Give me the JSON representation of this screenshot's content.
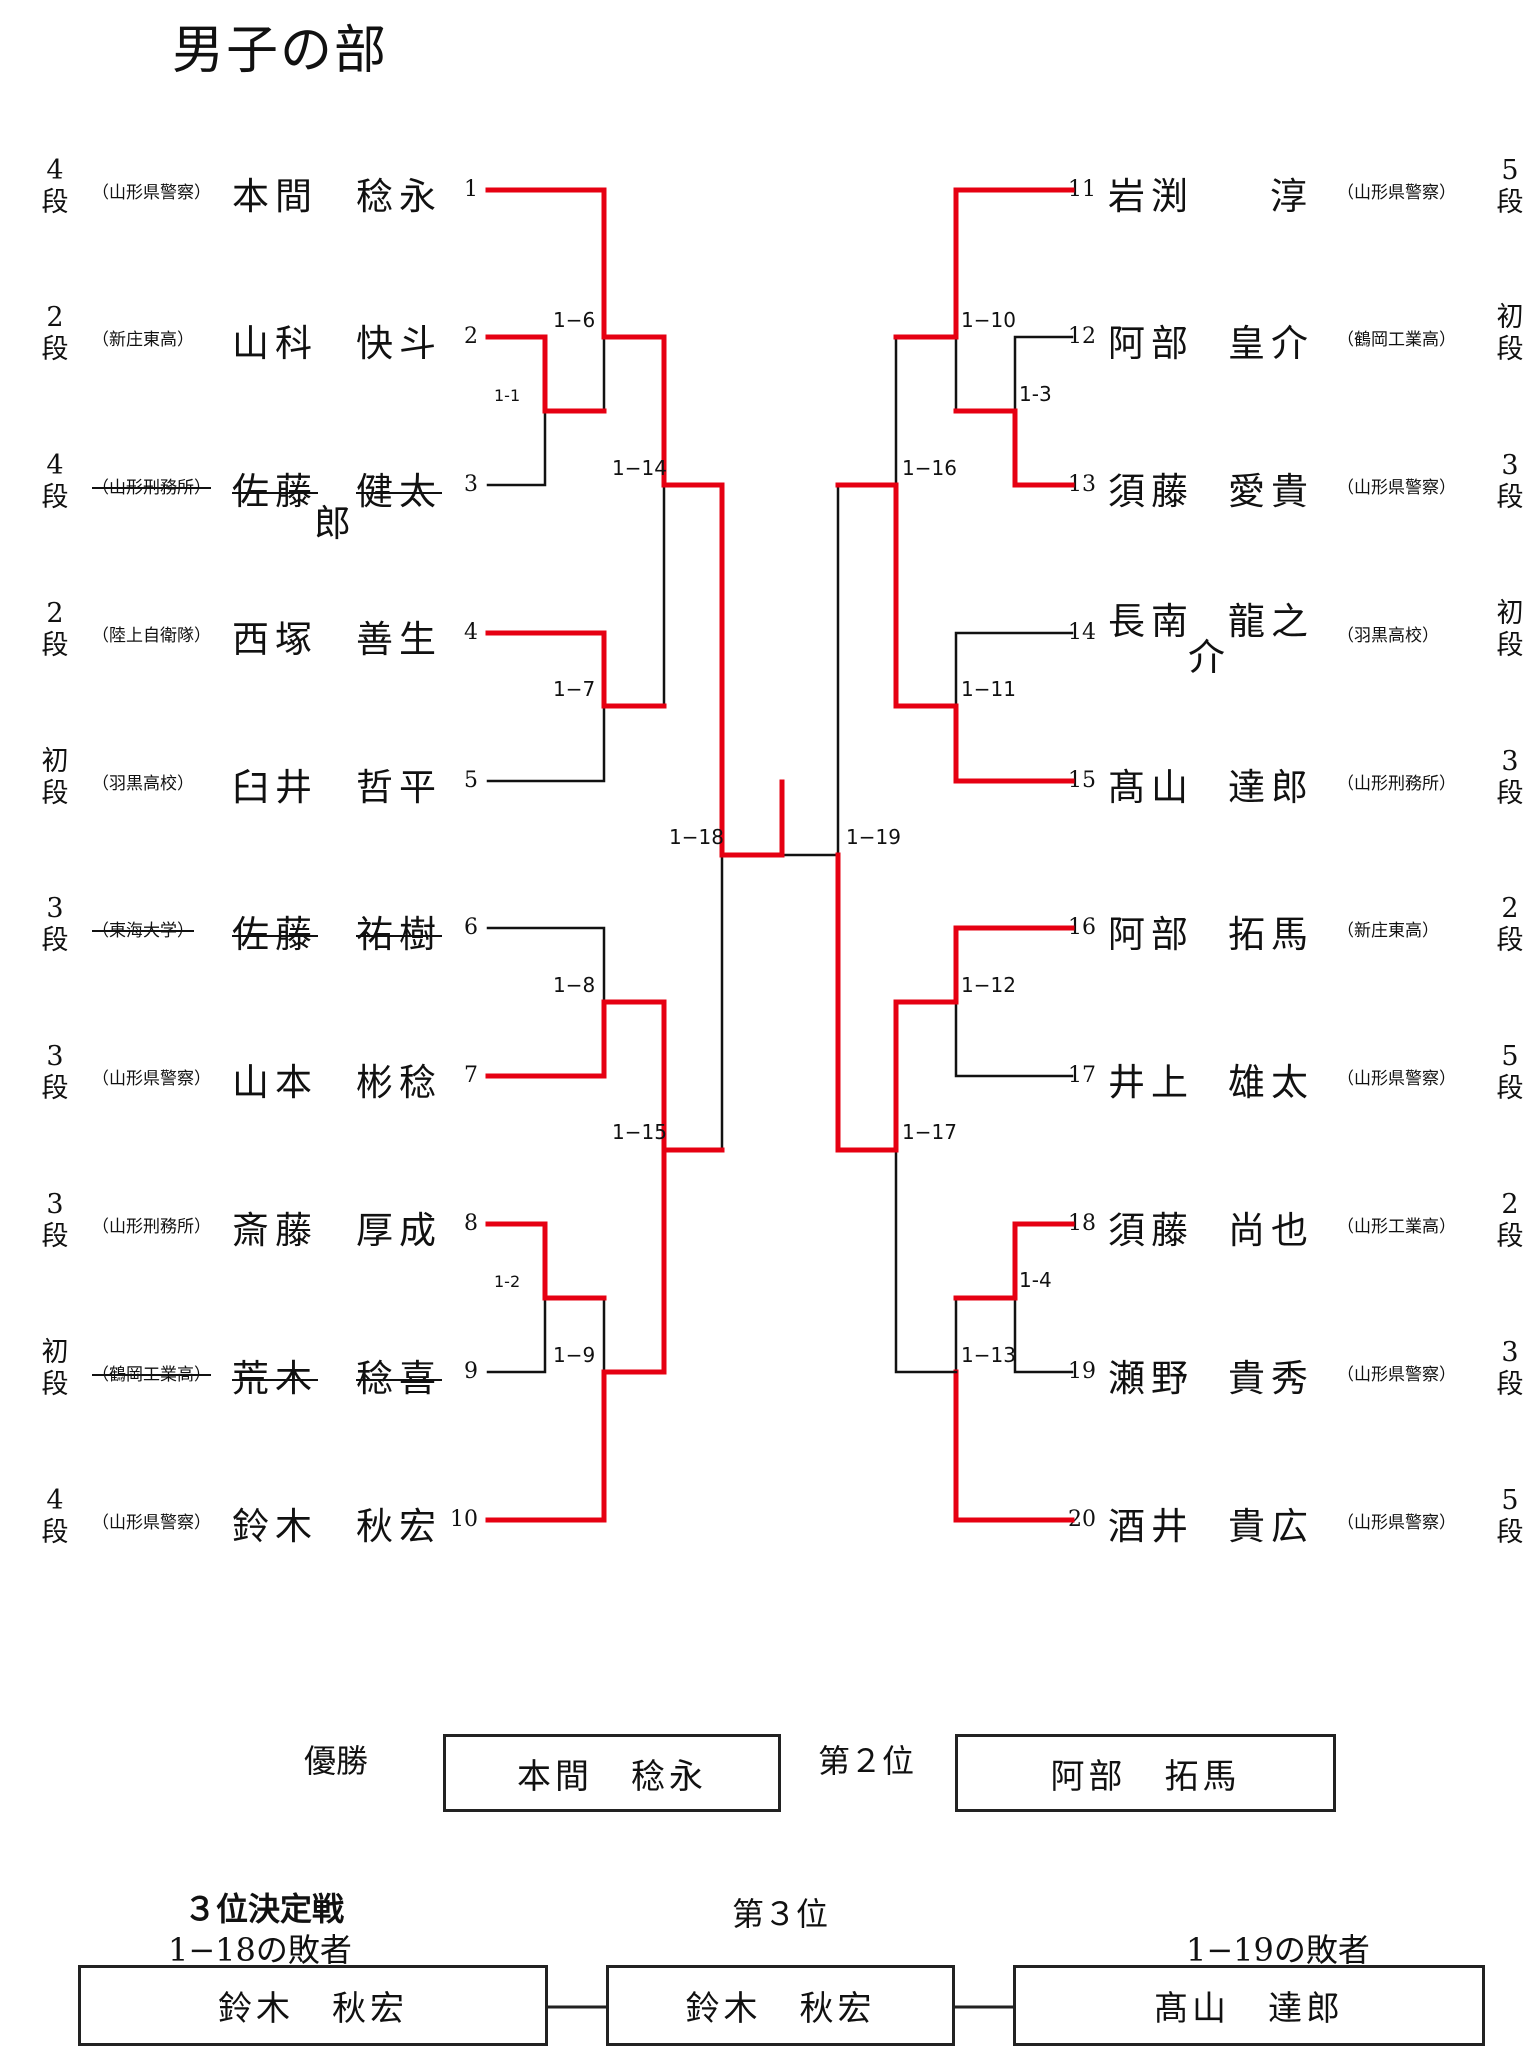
{
  "title": "男子の部",
  "left_players": [
    {
      "dan": [
        "4",
        "段"
      ],
      "affiliation": "（山形県警察）",
      "sei": "本間",
      "mei": "稔永",
      "extra": "",
      "num": "1",
      "struck": false
    },
    {
      "dan": [
        "2",
        "段"
      ],
      "affiliation": "（新庄東高）",
      "sei": "山科",
      "mei": "快斗",
      "extra": "",
      "num": "2",
      "struck": false
    },
    {
      "dan": [
        "4",
        "段"
      ],
      "affiliation": "（山形刑務所）",
      "sei": "佐藤",
      "mei": "健太",
      "extra": "郎",
      "num": "3",
      "struck": true
    },
    {
      "dan": [
        "2",
        "段"
      ],
      "affiliation": "（陸上自衛隊）",
      "sei": "西塚",
      "mei": "善生",
      "extra": "",
      "num": "4",
      "struck": false
    },
    {
      "dan": [
        "初",
        "段"
      ],
      "affiliation": "（羽黒高校）",
      "sei": "臼井",
      "mei": "哲平",
      "extra": "",
      "num": "5",
      "struck": false
    },
    {
      "dan": [
        "3",
        "段"
      ],
      "affiliation": "（東海大学）",
      "sei": "佐藤",
      "mei": "祐樹",
      "extra": "",
      "num": "6",
      "struck": true
    },
    {
      "dan": [
        "3",
        "段"
      ],
      "affiliation": "（山形県警察）",
      "sei": "山本",
      "mei": "彬稔",
      "extra": "",
      "num": "7",
      "struck": false
    },
    {
      "dan": [
        "3",
        "段"
      ],
      "affiliation": "（山形刑務所）",
      "sei": "斎藤",
      "mei": "厚成",
      "extra": "",
      "num": "8",
      "struck": false
    },
    {
      "dan": [
        "初",
        "段"
      ],
      "affiliation": "（鶴岡工業高）",
      "sei": "荒木",
      "mei": "稔喜",
      "extra": "",
      "num": "9",
      "struck": true
    },
    {
      "dan": [
        "4",
        "段"
      ],
      "affiliation": "（山形県警察）",
      "sei": "鈴木",
      "mei": "秋宏",
      "extra": "",
      "num": "10",
      "struck": false
    }
  ],
  "right_players": [
    {
      "num": "11",
      "sei": "岩渕",
      "mei": "淳",
      "extra": "",
      "affiliation": "（山形県警察）",
      "dan": [
        "5",
        "段"
      ]
    },
    {
      "num": "12",
      "sei": "阿部",
      "mei": "皇介",
      "extra": "",
      "affiliation": "（鶴岡工業高）",
      "dan": [
        "初",
        "段"
      ]
    },
    {
      "num": "13",
      "sei": "須藤",
      "mei": "愛貴",
      "extra": "",
      "affiliation": "（山形県警察）",
      "dan": [
        "3",
        "段"
      ]
    },
    {
      "num": "14",
      "sei": "長南",
      "mei": "龍之",
      "extra": "介",
      "affiliation": "（羽黒高校）",
      "dan": [
        "初",
        "段"
      ]
    },
    {
      "num": "15",
      "sei": "髙山",
      "mei": "達郎",
      "extra": "",
      "affiliation": "（山形刑務所）",
      "dan": [
        "3",
        "段"
      ]
    },
    {
      "num": "16",
      "sei": "阿部",
      "mei": "拓馬",
      "extra": "",
      "affiliation": "（新庄東高）",
      "dan": [
        "2",
        "段"
      ]
    },
    {
      "num": "17",
      "sei": "井上",
      "mei": "雄太",
      "extra": "",
      "affiliation": "（山形県警察）",
      "dan": [
        "5",
        "段"
      ]
    },
    {
      "num": "18",
      "sei": "須藤",
      "mei": "尚也",
      "extra": "",
      "affiliation": "（山形工業高）",
      "dan": [
        "2",
        "段"
      ]
    },
    {
      "num": "19",
      "sei": "瀬野",
      "mei": "貴秀",
      "extra": "",
      "affiliation": "（山形県警察）",
      "dan": [
        "3",
        "段"
      ]
    },
    {
      "num": "20",
      "sei": "酒井",
      "mei": "貴広",
      "extra": "",
      "affiliation": "（山形県警察）",
      "dan": [
        "5",
        "段"
      ]
    }
  ],
  "match_labels": [
    "1-1",
    "1-2",
    "1-3",
    "1-4",
    "1−6",
    "1−7",
    "1−8",
    "1−9",
    "1−10",
    "1−11",
    "1−12",
    "1−13",
    "1−14",
    "1−15",
    "1−16",
    "1−17",
    "1−18",
    "1−19"
  ],
  "colors": {
    "winner_line": "#e60012",
    "loser_line": "#111111"
  },
  "results": {
    "champion_label": "優勝",
    "champion": "本間　稔永",
    "second_label": "第２位",
    "second": "阿部　拓馬",
    "third_playoff_label": "３位決定戦",
    "third_label": "第３位",
    "left_loser_label": "1−18の敗者",
    "right_loser_label": "1−19の敗者",
    "left_loser": "鈴木　秋宏",
    "third": "鈴木　秋宏",
    "right_loser": "髙山　達郎"
  }
}
